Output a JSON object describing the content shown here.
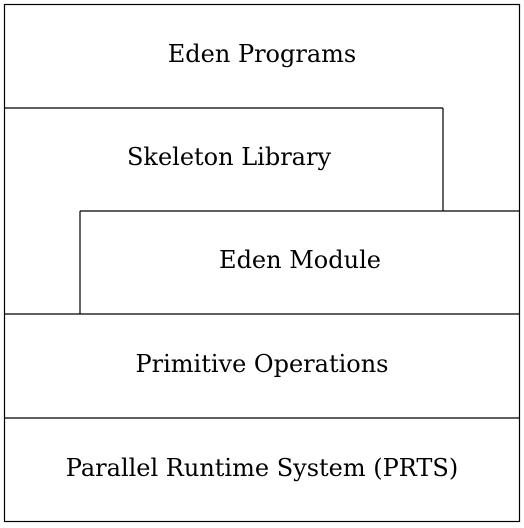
{
  "layers": {
    "eden_programs": "Eden Programs",
    "skeleton_library": "Skeleton Library",
    "eden_module": "Eden Module",
    "primitive_operations": "Primitive Operations",
    "prts": "Parallel Runtime System (PRTS)"
  },
  "colors": {
    "line": "#000000",
    "background": "#ffffff"
  }
}
